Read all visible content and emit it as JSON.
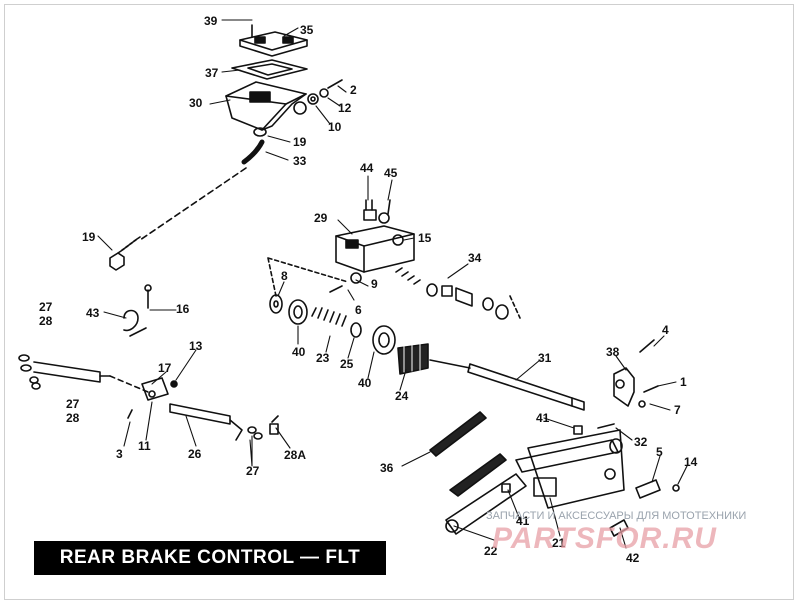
{
  "title": "REAR BRAKE CONTROL — FLT",
  "watermark": {
    "caption": "ЗАПЧАСТИ И АКСЕССУАРЫ ДЛЯ МОТОТЕХНИКИ",
    "logo": "PARTSFOR.RU"
  },
  "callouts": [
    "39",
    "35",
    "37",
    "2",
    "30",
    "12",
    "10",
    "19",
    "33",
    "44",
    "45",
    "29",
    "15",
    "34",
    "19",
    "8",
    "9",
    "6",
    "27",
    "28",
    "43",
    "16",
    "40",
    "23",
    "25",
    "40",
    "24",
    "31",
    "4",
    "38",
    "1",
    "13",
    "17",
    "7",
    "27",
    "28",
    "41",
    "32",
    "3",
    "11",
    "26",
    "27",
    "28A",
    "36",
    "5",
    "14",
    "41",
    "22",
    "21",
    "42"
  ]
}
